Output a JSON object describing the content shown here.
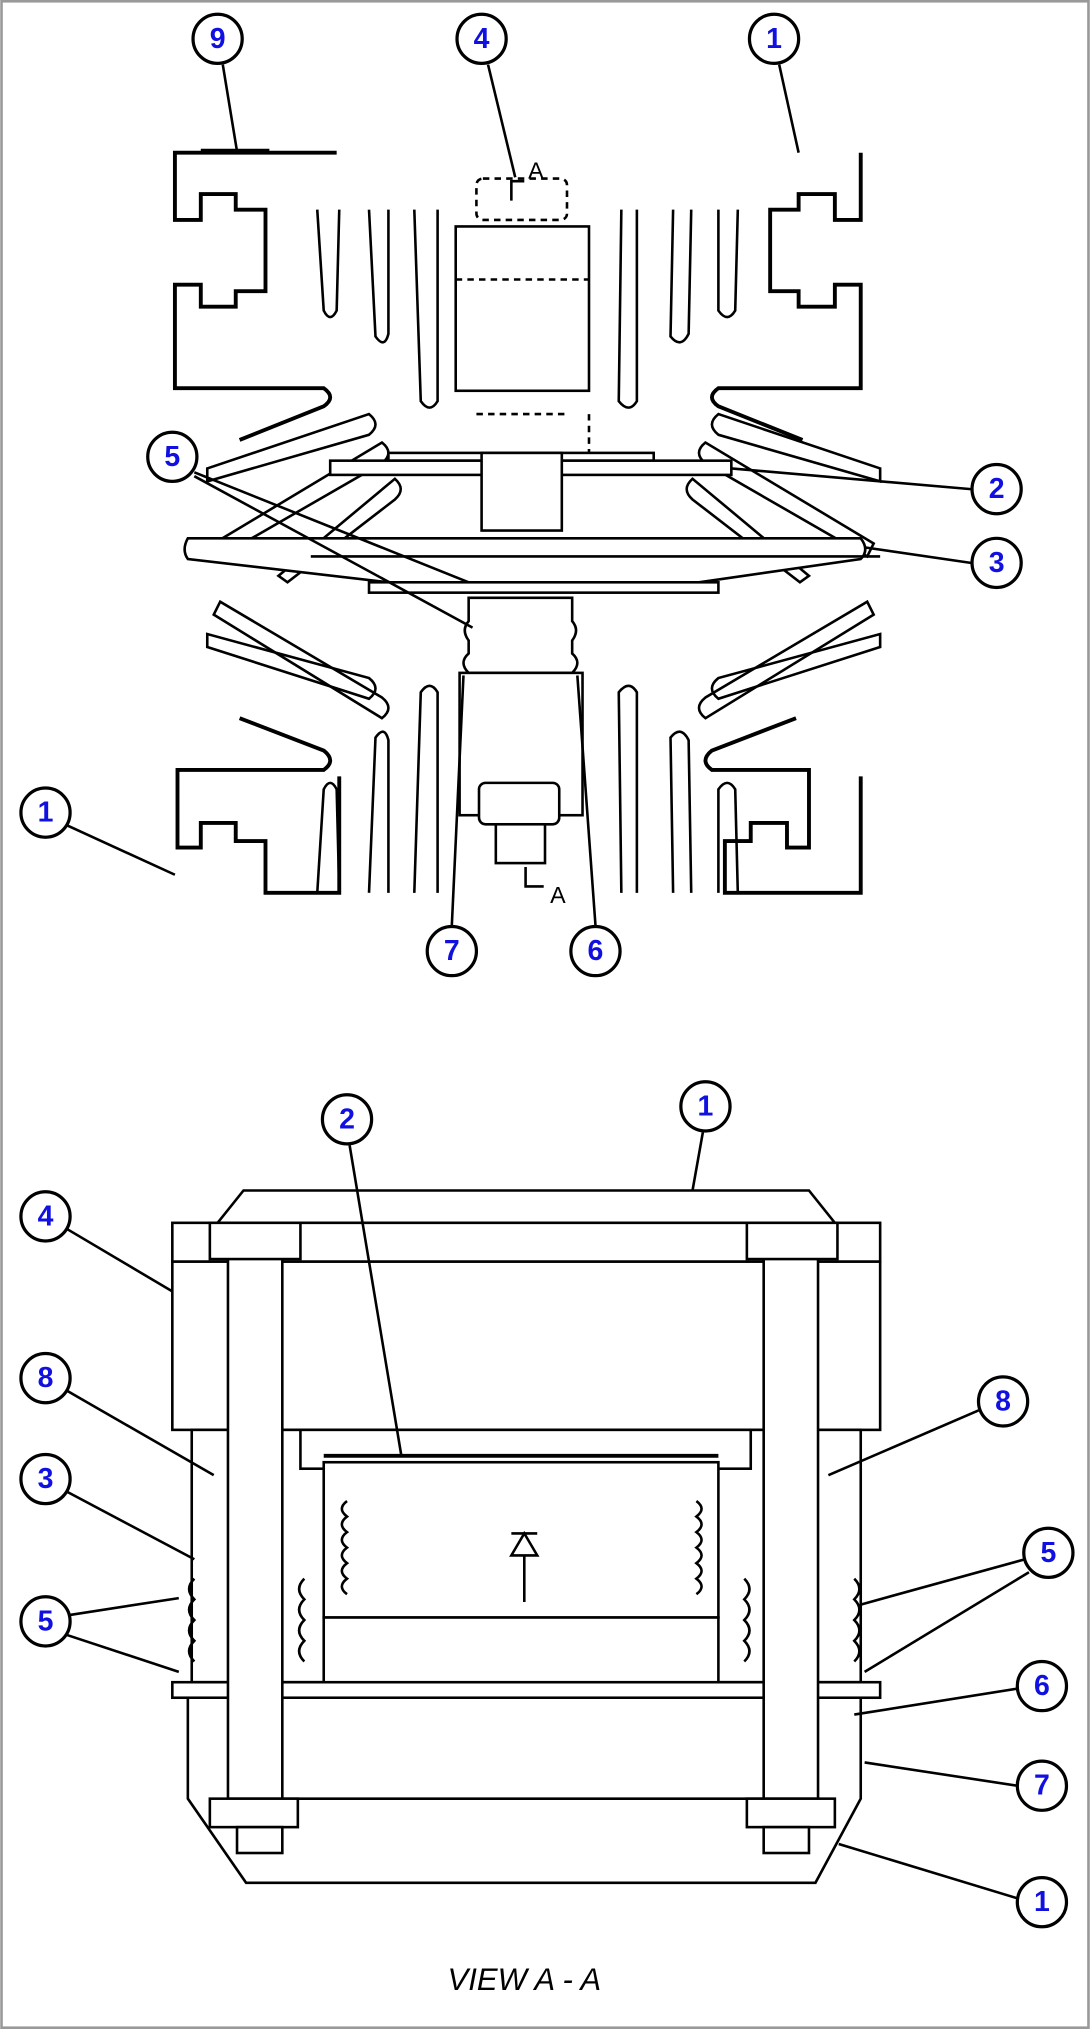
{
  "top_view": {
    "section_marker_top": "A",
    "section_marker_bottom": "A",
    "callouts": [
      "9",
      "4",
      "1",
      "5",
      "2",
      "3",
      "1",
      "7",
      "6"
    ]
  },
  "section_view": {
    "title": "VIEW A - A",
    "callouts": [
      "2",
      "1",
      "4",
      "8",
      "3",
      "5",
      "8",
      "5",
      "6",
      "7",
      "1"
    ]
  },
  "colors": {
    "callout_text": "#1010e0",
    "line": "#000000"
  }
}
